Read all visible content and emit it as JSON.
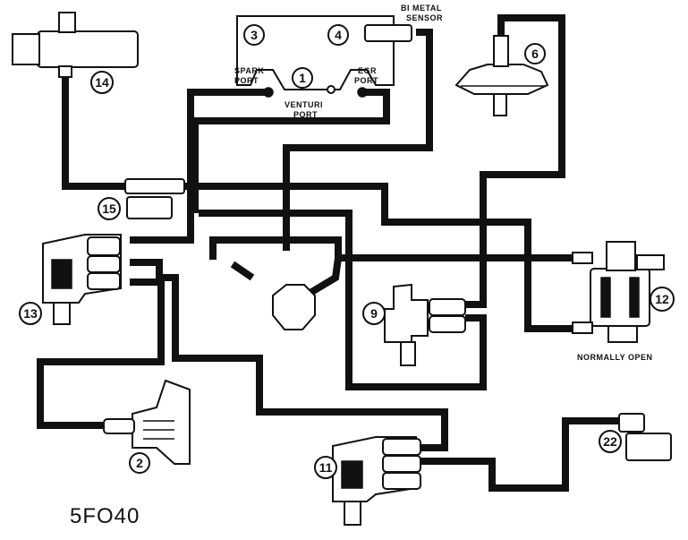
{
  "labels": {
    "bimetal_line1": "BI METAL",
    "bimetal_line2": "SENSOR",
    "spark_line1": "SPARK",
    "spark_line2": "PORT",
    "egr_line1": "EGR",
    "egr_line2": "PORT",
    "venturi_line1": "VENTURI",
    "venturi_line2": "PORT",
    "normally_open": "NORMALLY OPEN",
    "figure_code": "5FO40"
  },
  "callouts": {
    "c1": "1",
    "c2": "2",
    "c3": "3",
    "c4": "4",
    "c6": "6",
    "c9": "9",
    "c11": "11",
    "c12": "12",
    "c13": "13",
    "c14": "14",
    "c15": "15",
    "c22": "22"
  },
  "colors": {
    "ink": "#111111",
    "paper": "#ffffff"
  }
}
